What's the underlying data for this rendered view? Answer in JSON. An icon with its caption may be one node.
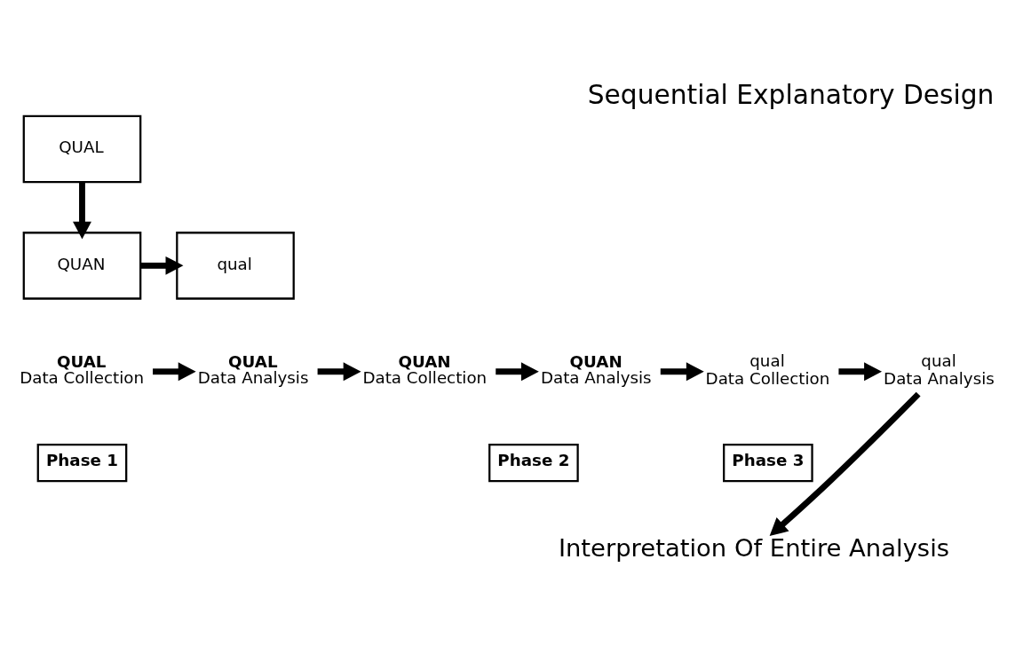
{
  "diagram": {
    "title": "Sequential Explanatory Design",
    "nodes": [
      {
        "text": [
          "QUAL"
        ]
      },
      {
        "text": [
          "QUAN"
        ]
      },
      {
        "text": [
          "qual"
        ]
      },
      {
        "text": [
          "QUAL",
          "Data Collection"
        ]
      },
      {
        "text": [
          "QUAL",
          "Data Analysis"
        ]
      },
      {
        "text": [
          "QUAN",
          "Data Collection"
        ]
      },
      {
        "text": [
          "QUAN",
          "Data Analysis"
        ]
      },
      {
        "text": [
          "qual",
          "Data Collection"
        ]
      },
      {
        "text": [
          "qual",
          "Data Analysis"
        ]
      },
      {
        "text": [
          "Phase 1"
        ]
      },
      {
        "text": [
          "Phase 2"
        ]
      },
      {
        "text": [
          "Phase 3"
        ]
      },
      {
        "text": [
          "Interpretation Of Entire Analysis"
        ]
      }
    ],
    "edges": [
      {
        "from": 0,
        "to": 1,
        "arrow": "to"
      },
      {
        "from": 1,
        "to": 2,
        "arrow": "to"
      },
      {
        "from": 3,
        "to": 4,
        "arrow": "to"
      },
      {
        "from": 4,
        "to": 5,
        "arrow": "to"
      },
      {
        "from": 5,
        "to": 6,
        "arrow": "to"
      },
      {
        "from": 6,
        "to": 7,
        "arrow": "to"
      },
      {
        "from": 7,
        "to": 8,
        "arrow": "to"
      },
      {
        "from": 8,
        "to": 12,
        "arrow": "to"
      }
    ]
  }
}
